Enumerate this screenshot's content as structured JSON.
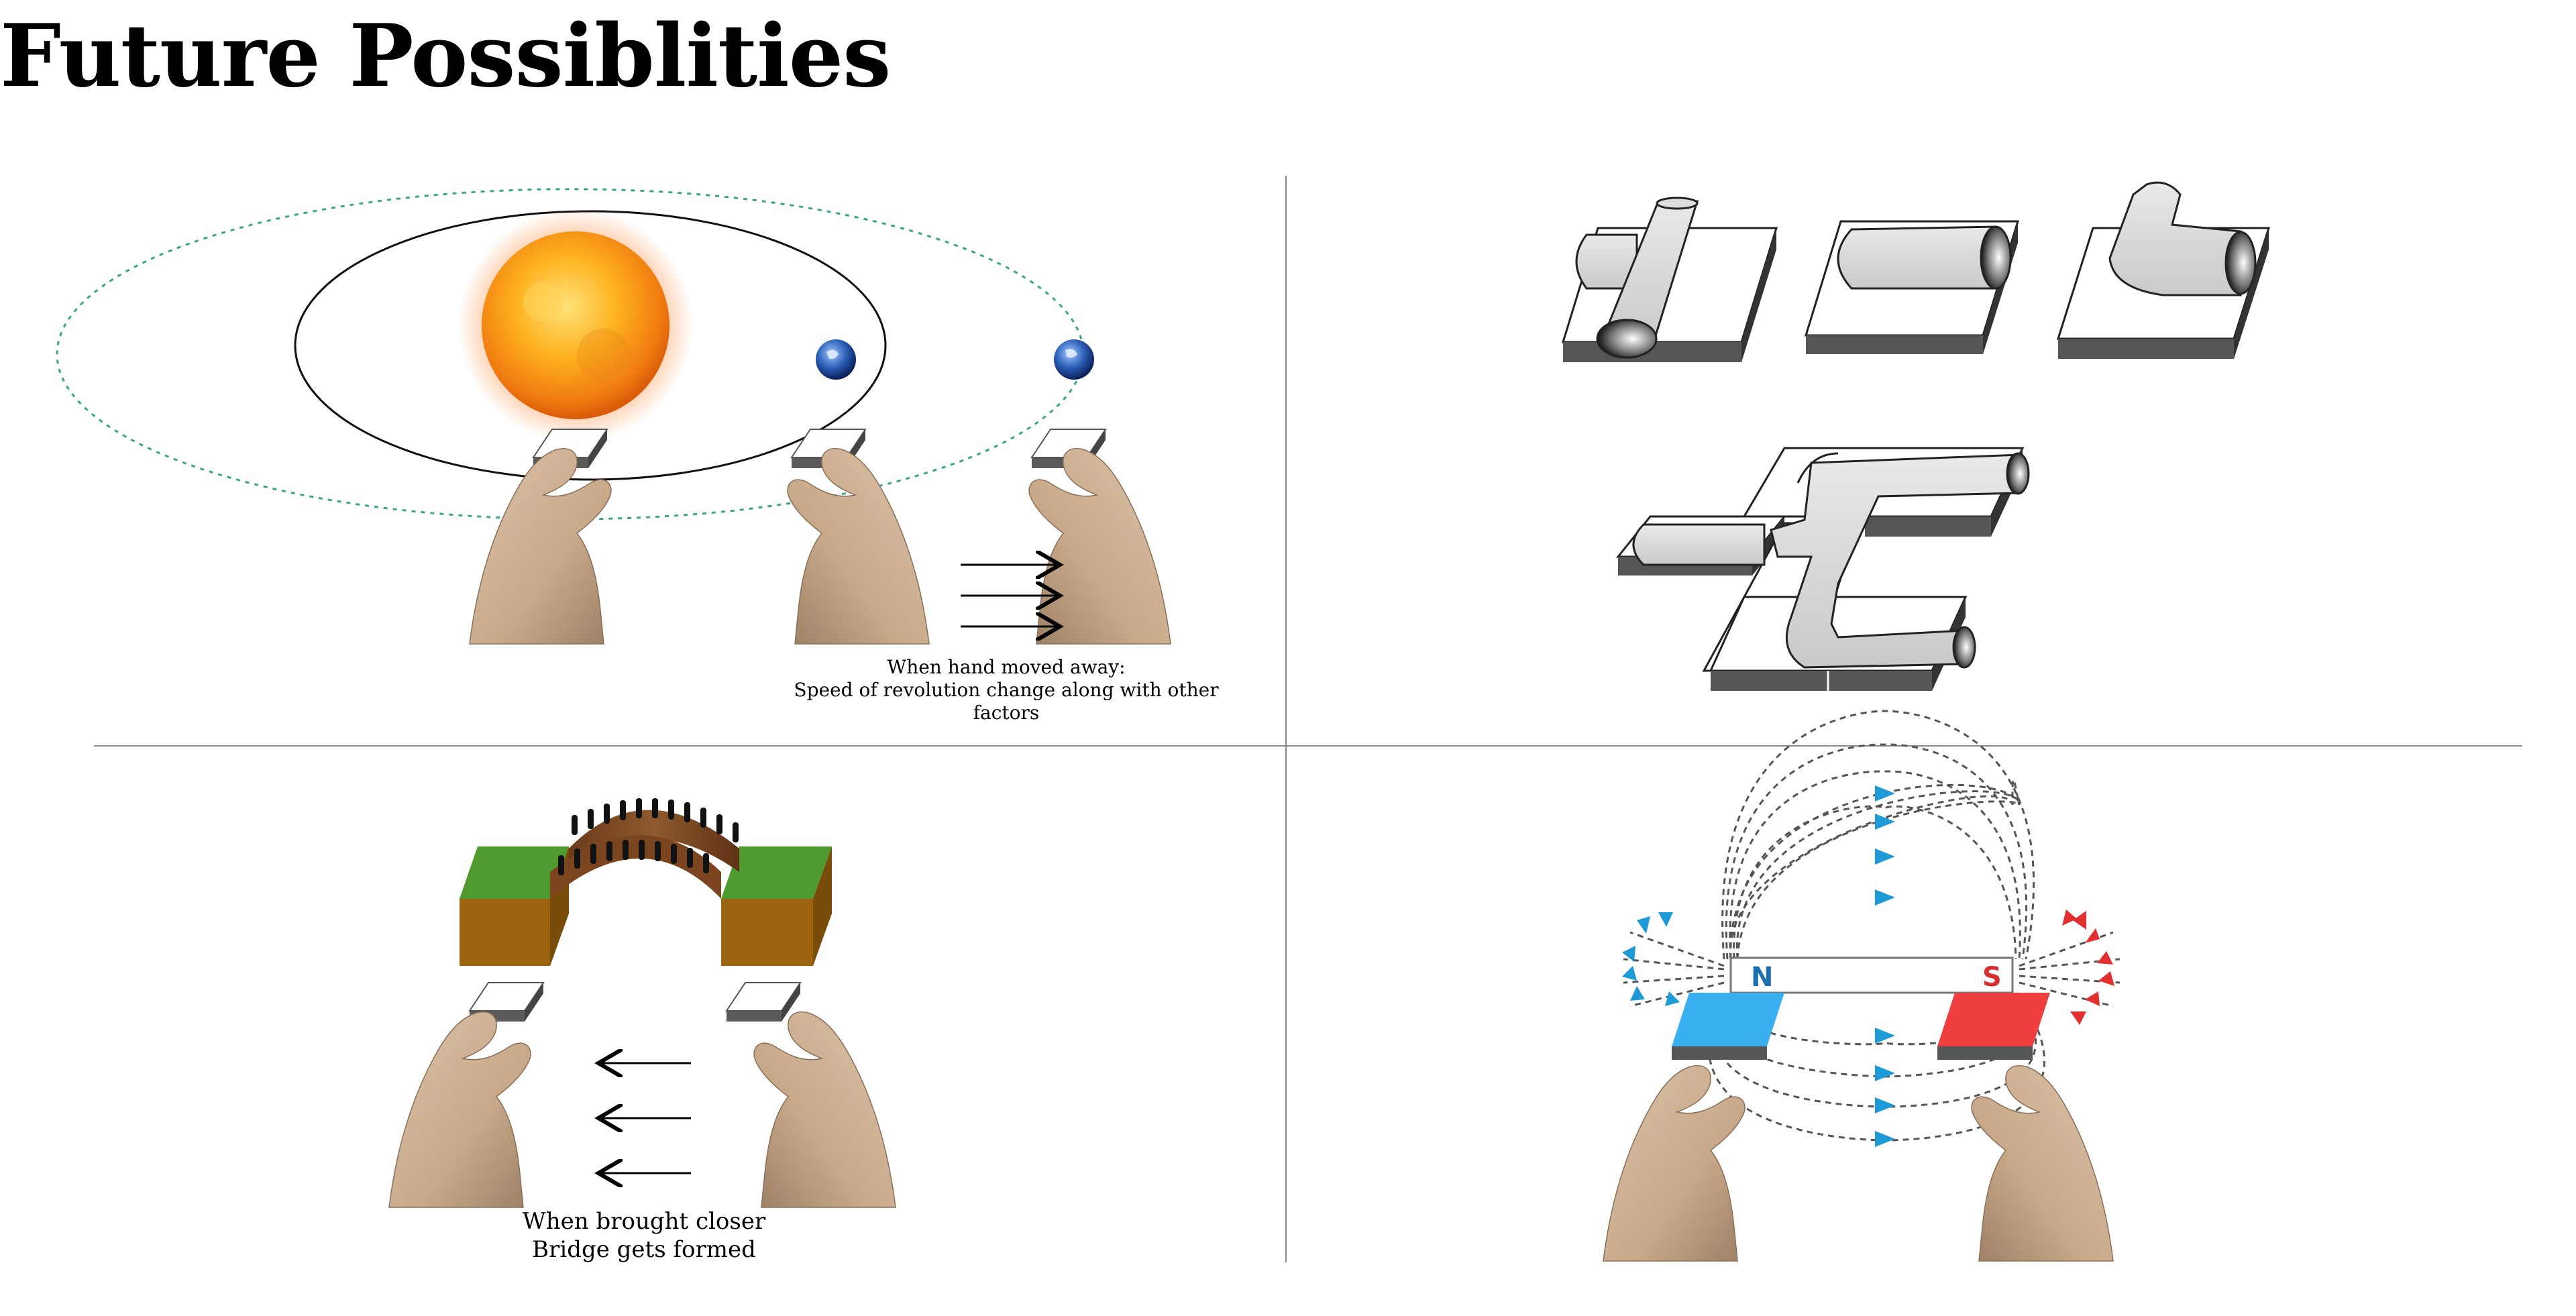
{
  "page": {
    "title": "Future Possiblities"
  },
  "panels": {
    "orbit": {
      "caption_line1": "When hand moved away:",
      "caption_line2": "Speed of revolution change along with other factors"
    },
    "pipes": {},
    "bridge": {
      "caption_line1": "When brought closer",
      "caption_line2": "Bridge gets formed"
    },
    "magnet": {
      "north_label": "N",
      "south_label": "S"
    }
  },
  "colors": {
    "north": "#3bb0f0",
    "south": "#ef3f3f",
    "arrow_blue": "#1e9ad6",
    "arrow_red": "#e03030",
    "orbit_dotted": "#3aa38a",
    "grass": "#4f9a2e",
    "soil": "#9c6410",
    "tile_side": "#5a5a5a"
  }
}
